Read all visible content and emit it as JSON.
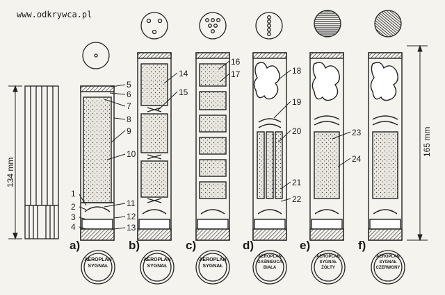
{
  "watermark": "www.odkrywca.pl",
  "dimensions": {
    "left": "134 mm",
    "right": "165 mm"
  },
  "panels": [
    {
      "id": "a",
      "label": "a)",
      "stamp": [
        "AEROPLAN",
        "SYGNAŁ"
      ]
    },
    {
      "id": "b",
      "label": "b)",
      "stamp": [
        "AEROPLAN",
        "SYGNAŁ"
      ]
    },
    {
      "id": "c",
      "label": "c)",
      "stamp": [
        "AEROPLAN",
        "SYGNAŁ"
      ]
    },
    {
      "id": "d",
      "label": "d)",
      "stamp": [
        "AEROPLAN",
        "GAŚNIEUCA",
        "BIAŁA"
      ]
    },
    {
      "id": "e",
      "label": "e)",
      "stamp": [
        "AEROPLAN",
        "SYGNAŁ",
        "ŻÓŁTY"
      ]
    },
    {
      "id": "f",
      "label": "f)",
      "stamp": [
        "AEROPLAN",
        "SYGNAŁ",
        "CZERWONY"
      ]
    }
  ],
  "part_numbers": [
    "1",
    "2",
    "3",
    "4",
    "5",
    "6",
    "7",
    "8",
    "9",
    "10",
    "11",
    "12",
    "13",
    "14",
    "15",
    "16",
    "17",
    "18",
    "19",
    "20",
    "21",
    "22",
    "23",
    "24"
  ]
}
